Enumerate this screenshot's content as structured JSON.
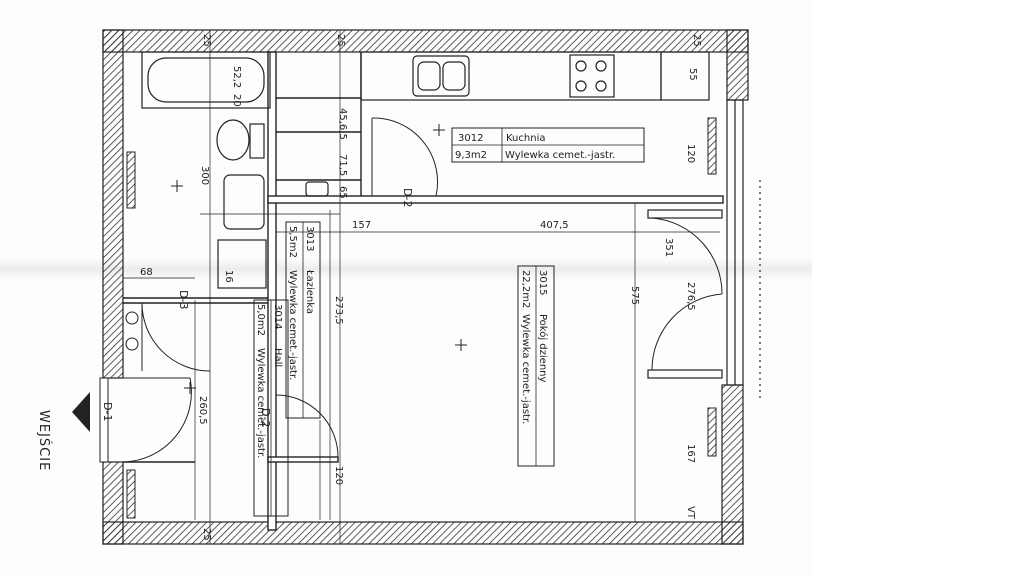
{
  "rooms": [
    {
      "number": "3012",
      "name": "Kuchnia",
      "area": "9,3m2",
      "finish": "Wylewka cemet.-jastr."
    },
    {
      "number": "3013",
      "name": "Łazienka",
      "area": "5,5m2",
      "finish": "Wylewka cemet.-jastr."
    },
    {
      "number": "3014",
      "name": "Hall",
      "area": "5,0m2",
      "finish": "Wylewka cemet.-jastr."
    },
    {
      "number": "3015",
      "name": "Pokój dzienny",
      "area": "22,2m2",
      "finish": "Wylewka cemet.-jastr."
    }
  ],
  "doors": [
    "D-1",
    "D-2",
    "D-2",
    "D-3"
  ],
  "entrance_label": "WEJŚCIE",
  "dimensions": {
    "d25a": "25",
    "d25b": "25",
    "d25c": "25",
    "d25d": "25",
    "d52": "52,2",
    "d20": "20",
    "d456": "45,6,5",
    "d715": "71,5",
    "d65": "65",
    "d300": "300",
    "d157": "157",
    "d4075": "407,5",
    "d575": "575",
    "d2735": "273,5",
    "d2605": "260,5",
    "d68": "68",
    "d16": "16",
    "d120a": "120",
    "d120b": "120",
    "d55": "55",
    "d167": "167",
    "d351": "351",
    "d2765": "276,5",
    "dvt": "VT"
  }
}
